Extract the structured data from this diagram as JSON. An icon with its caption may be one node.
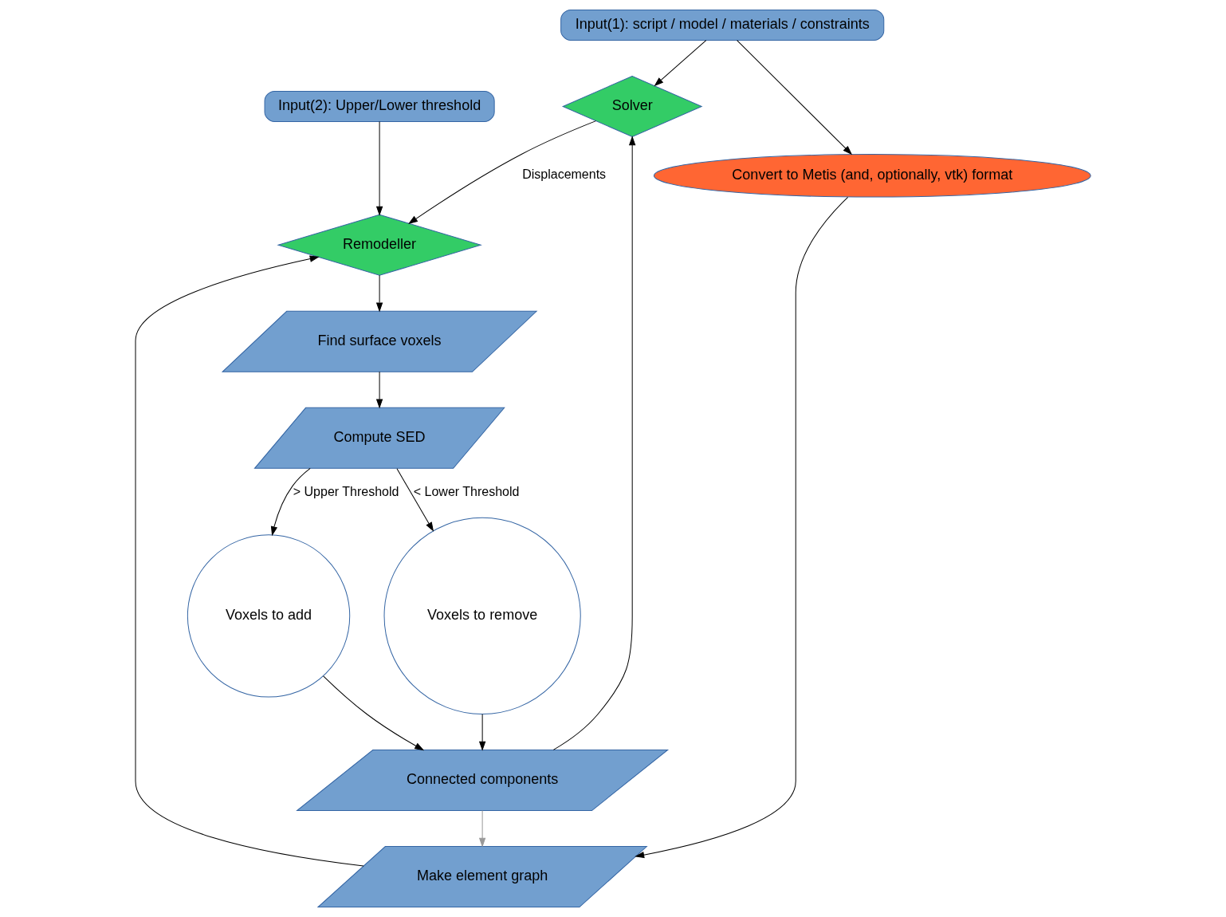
{
  "diagram": {
    "nodes": [
      {
        "text": [
          "Input(1): script / model / materials / constraints"
        ]
      },
      {
        "text": [
          "Input(2): Upper/Lower threshold"
        ]
      },
      {
        "text": [
          "Solver"
        ]
      },
      {
        "text": [
          "Convert to Metis (and, optionally, vtk) format"
        ]
      },
      {
        "text": [
          "Make element graph"
        ]
      },
      {
        "text": [
          "Connected components"
        ]
      },
      {
        "text": [
          "Remodeller"
        ]
      },
      {
        "text": [
          "Voxels to add"
        ]
      },
      {
        "text": [
          "Voxels to remove"
        ]
      },
      {
        "text": [
          "Find surface voxels"
        ]
      },
      {
        "text": [
          "Compute SED"
        ]
      }
    ],
    "edges": [
      {
        "from": 0,
        "to": 2,
        "arrow": "to"
      },
      {
        "from": 0,
        "to": 3,
        "arrow": "to"
      },
      {
        "from": 3,
        "to": 4,
        "arrow": "to"
      },
      {
        "from": 1,
        "to": 6,
        "arrow": "to"
      },
      {
        "from": 4,
        "to": 6,
        "arrow": "to"
      },
      {
        "from": 5,
        "to": 4,
        "arrow": "to",
        "color": "#999999"
      },
      {
        "from": 5,
        "to": 2,
        "arrow": "to"
      },
      {
        "from": 7,
        "to": 5,
        "arrow": "to"
      },
      {
        "from": 8,
        "to": 5,
        "arrow": "to"
      },
      {
        "from": 6,
        "to": 9,
        "arrow": "to"
      },
      {
        "from": 9,
        "to": 10,
        "arrow": "to"
      },
      {
        "from": 10,
        "to": 7,
        "arrow": "to",
        "label": "> Upper Threshold"
      },
      {
        "from": 10,
        "to": 8,
        "arrow": "to",
        "label": "< Lower Threshold"
      },
      {
        "from": 2,
        "to": 6,
        "arrow": "to",
        "label": "Displacements"
      }
    ]
  }
}
